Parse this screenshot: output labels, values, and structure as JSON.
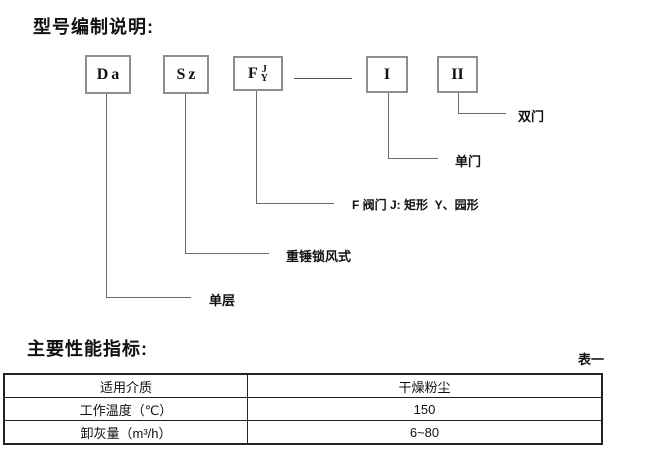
{
  "titles": {
    "diagram": "型号编制说明:",
    "specs": "主要性能指标:"
  },
  "diagram": {
    "boxes": {
      "da": "Da",
      "sz": "Sz",
      "f_main": "F",
      "f_top": "J",
      "f_bottom": "Y",
      "one": "I",
      "two": "II"
    },
    "labels": {
      "double_door": "双门",
      "single_door": "单门",
      "valve_note": "F 阀门 J: 矩形  Y、园形",
      "hammer_lock": "重锤锁风式",
      "single_layer": "单层"
    }
  },
  "table": {
    "tag": "表一",
    "rows": [
      {
        "label": "适用介质",
        "value": "干燥粉尘"
      },
      {
        "label": "工作温度（℃）",
        "value": "150"
      },
      {
        "label": "卸灰量（m³/h）",
        "value": "6~80"
      }
    ]
  },
  "colors": {
    "ink": "#1a1a1a",
    "box_border": "#8e8e8e",
    "leader_line": "#6b6b6b"
  }
}
